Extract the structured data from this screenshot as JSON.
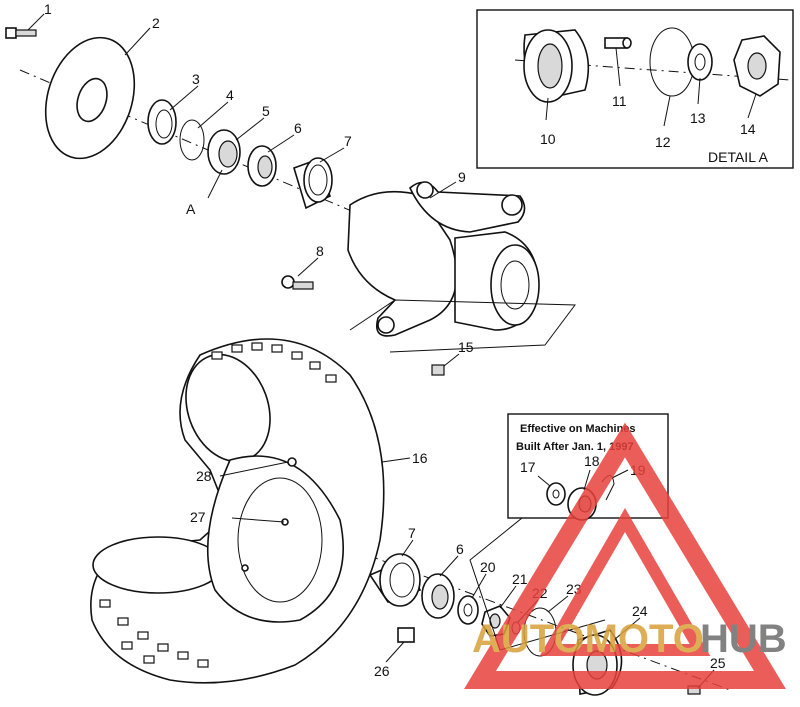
{
  "detail_label": "DETAIL A",
  "note": {
    "line1": "Effective on Machines",
    "line2": "Built After Jan. 1, 1997"
  },
  "ref_letter": "A",
  "callouts": [
    "1",
    "2",
    "3",
    "4",
    "5",
    "6",
    "7",
    "8",
    "9",
    "10",
    "11",
    "12",
    "13",
    "14",
    "15",
    "16",
    "17",
    "18",
    "19",
    "28",
    "27",
    "7",
    "6",
    "20",
    "21",
    "22",
    "23",
    "24",
    "25",
    "26"
  ],
  "watermark": {
    "text_a": "AUTOMOTO",
    "text_b": "HUB",
    "color_red": "#e8413b",
    "color_gold": "#d9a13a",
    "color_gray": "#6d6d6d"
  },
  "colors": {
    "ink": "#111111",
    "paper": "#ffffff"
  }
}
